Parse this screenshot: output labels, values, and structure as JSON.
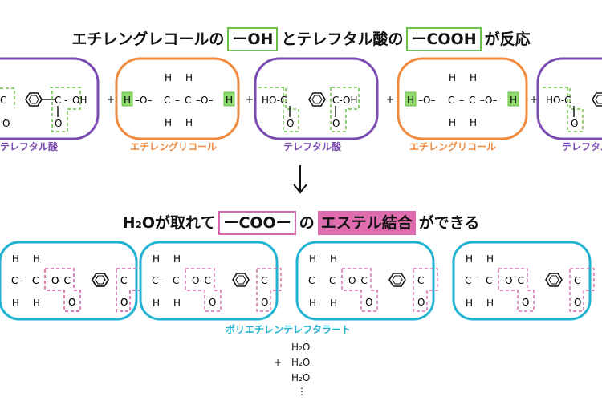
{
  "top_title": {
    "part1": "エチレングレコールの",
    "oh": "ーOH",
    "part2": "とテレフタル酸の",
    "cooh": "ーCOOH",
    "part3": "が反応"
  },
  "bottom_title": {
    "part1": "H₂Oが取れて",
    "coo": "ーCOOー",
    "part2": "の",
    "ester": "エステル結合",
    "part3": "ができる"
  },
  "labels": {
    "terephthalic": "テレフタル酸",
    "ethylene_glycol": "エチレングリコール",
    "pet": "ポリエチレンテレフタラート",
    "plus": "+"
  },
  "water": {
    "plus": "+",
    "h2o": "H₂O",
    "dots": "⋮"
  },
  "colors": {
    "terephthalic": "#7b4bb3",
    "ethylene_glycol": "#f08a3e",
    "pet": "#22b3d3",
    "oh_box": "#6cc04a",
    "coo_box": "#d768ad"
  }
}
